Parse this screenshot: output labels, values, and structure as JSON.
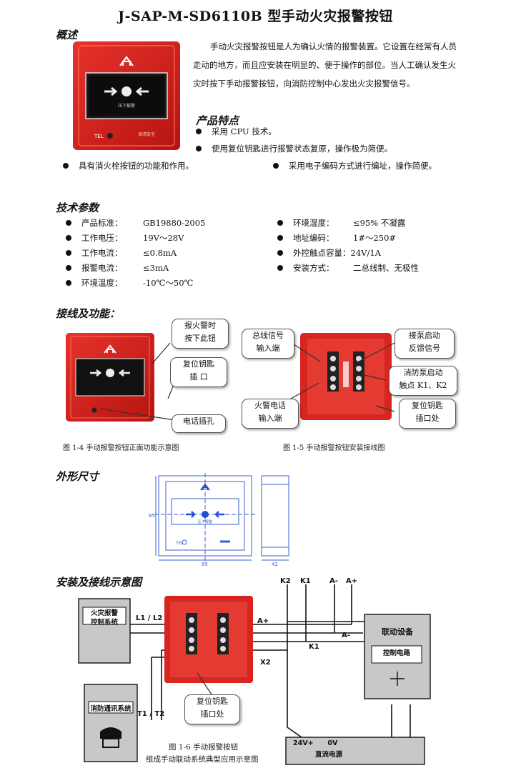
{
  "title": "J-SAP-M-SD6110B 型手动火灾报警按钮",
  "overview": {
    "heading": "概述",
    "text": "手动火灾报警按钮是人为确认火情的报警装置。它设置在经常有人员走动的地方，而且应安装在明显的、便于操作的部位。当人工确认发生火灾时按下手动报警按钮，向消防控制中心发出火灾报警信号。"
  },
  "device": {
    "label": "压下报警",
    "tel": "TEL",
    "brand": "海湾安全"
  },
  "features": {
    "heading": "产品特点",
    "items": [
      "采用 CPU 技术。",
      "使用复位钥匙进行报警状态复原，操作极为简便。",
      "具有消火栓按钮的功能和作用。",
      "采用电子编码方式进行编址，操作简便。"
    ]
  },
  "specs": {
    "heading": "技术参数",
    "left": [
      {
        "label": "产品标准：",
        "value": "GB19880-2005"
      },
      {
        "label": "工作电压：",
        "value": "19V～28V"
      },
      {
        "label": "工作电流：",
        "value": "≤0.8mA"
      },
      {
        "label": "报警电流：",
        "value": "≤3mA"
      },
      {
        "label": "环境温度：",
        "value": "-10℃～50℃"
      }
    ],
    "right": [
      {
        "label": "环境湿度：",
        "value": "≤95%   不凝露"
      },
      {
        "label": "地址编码：",
        "value": "1#～250#"
      },
      {
        "label": "外控触点容量：",
        "value": "24V/1A"
      },
      {
        "label": "安装方式：",
        "value": "二总线制、无极性"
      }
    ]
  },
  "wiring": {
    "heading": "接线及功能：",
    "callouts_front": [
      "报火警时\n按下此钮",
      "复位钥匙\n插  口",
      "电话插孔"
    ],
    "callouts_back": [
      "总线信号\n输入端",
      "接泵启动\n反馈信号",
      "消防泵启动\n触点 K1、K2",
      "火警电话\n输入端",
      "复位钥匙\n插口处"
    ],
    "caption_front": "图 1-4 手动报警按钮正面功能示意图",
    "caption_back": "图 1-5  手动报警按钮安装接线图"
  },
  "dimensions": {
    "heading": "外形尺寸",
    "w": "85",
    "h": "85",
    "d": "42",
    "label": "压下报警",
    "tel": "TEL"
  },
  "install": {
    "heading": "安装及接线示意图",
    "wires": {
      "k2": "K2",
      "k1": "K1",
      "aminus": "A-",
      "aplus": "A+",
      "l1l2": "L1 / L2",
      "t1t2": "T1 / T2",
      "aplus2": "A+",
      "aminus2": "A-",
      "k1b": "K1",
      "x2": "X2"
    },
    "box_fire": "火灾报警\n控制系统",
    "box_phone": "消防通讯系统",
    "box_linkage": "联动设备",
    "box_ctrl": "控制电路",
    "box_power_top": "24V+      0V",
    "box_power": "直流电源",
    "callout": "复位钥匙\n插口处",
    "caption1": "图 1-6    手动报警按钮",
    "caption2": "组成手动联动系统典型应用示意图"
  }
}
